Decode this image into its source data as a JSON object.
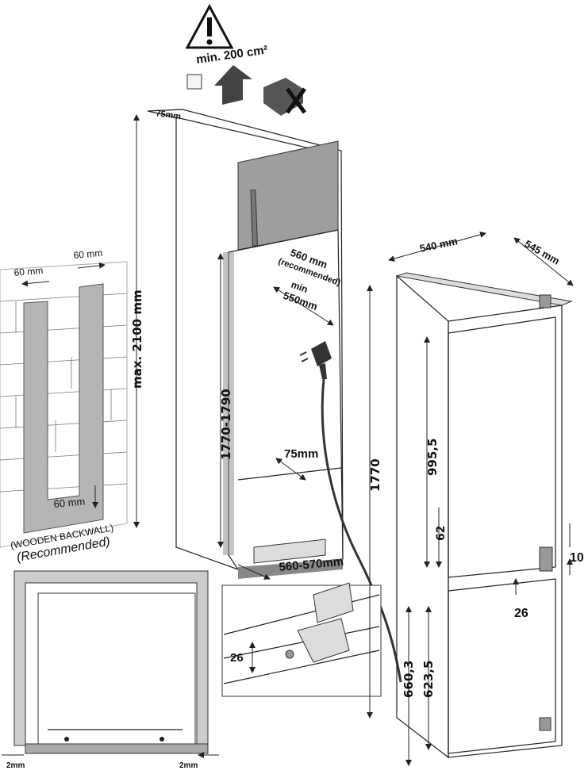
{
  "ventilation": {
    "label": "min. 200 cm²",
    "warning_icon": "warning-triangle-icon",
    "no_icon": "cross-icon"
  },
  "cabinet": {
    "top_gap": "75mm",
    "max_height": "max. 2100 mm",
    "niche_height": "1770-1790",
    "depth_rec_1": "560 mm",
    "depth_rec_2": "(recommended)",
    "depth_min_1": "min",
    "depth_min_2": "550mm",
    "rear_gap": "75mm",
    "width": "560-570mm"
  },
  "backwall": {
    "left_width": "60 mm",
    "right_width": "60 mm",
    "bottom_width": "60 mm",
    "caption_1": "(WOODEN BACKWALL)",
    "caption_2": "(Recommended)"
  },
  "front_view": {
    "left_gap": "2mm",
    "right_gap": "2mm"
  },
  "hinge_detail": {
    "offset": "26"
  },
  "appliance": {
    "width": "540 mm",
    "depth": "545 mm",
    "height": "1770",
    "upper_door": "995,5",
    "gap_62": "62",
    "gap_10": "10",
    "gap_26": "26",
    "lower_1": "660,3",
    "lower_2": "623,5"
  }
}
